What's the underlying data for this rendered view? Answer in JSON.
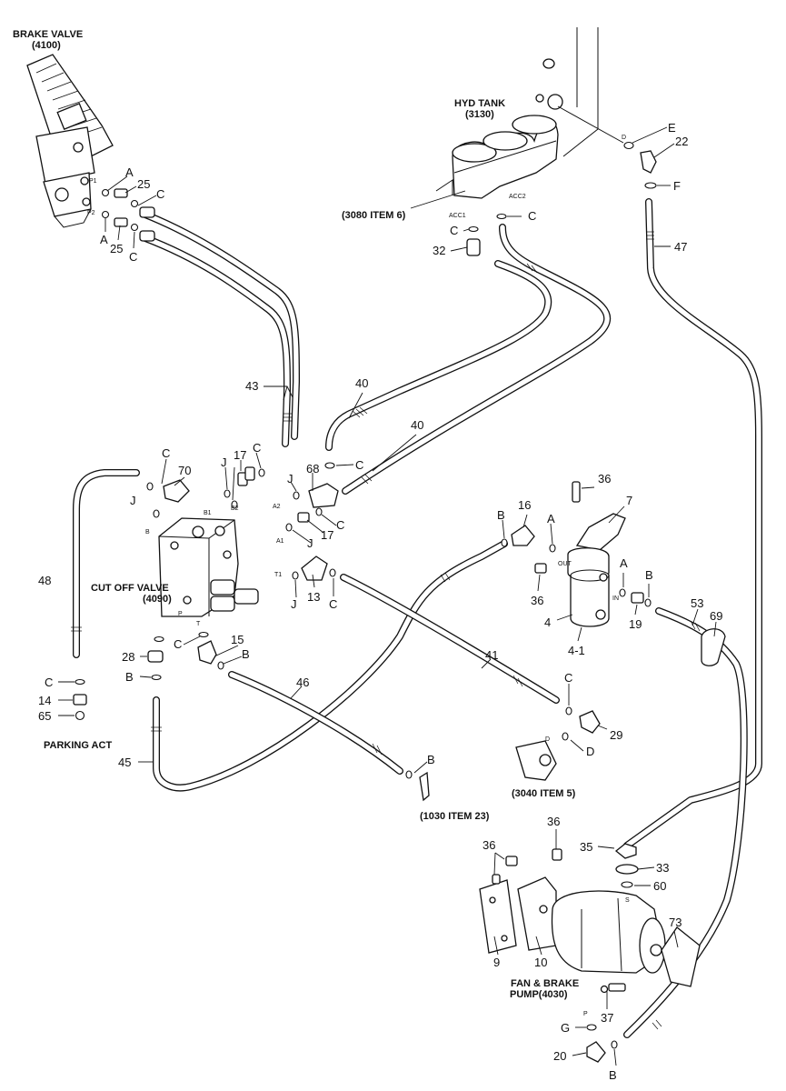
{
  "captions": {
    "brake_valve_title": "BRAKE VALVE",
    "brake_valve_ref": "(4100)",
    "hyd_tank_title": "HYD  TANK",
    "hyd_tank_ref": "(3130)",
    "tank_note": "(3080 ITEM 6)",
    "cut_off_title": "CUT OFF VALVE",
    "cut_off_ref": "(4090)",
    "parking": "PARKING ACT",
    "note_3040": "(3040 ITEM 5)",
    "note_1030": "(1030 ITEM 23)",
    "pump_title": "FAN & BRAKE",
    "pump_ref": "PUMP(4030)"
  },
  "ports": {
    "p1": "P1",
    "p2": "P2",
    "acc1": "ACC1",
    "acc2": "ACC2",
    "d": "D",
    "b": "B",
    "b1": "B1",
    "b2": "B2",
    "a1": "A1",
    "a2": "A2",
    "t1": "T1",
    "p": "P",
    "t": "T",
    "out": "OUT",
    "in": "IN",
    "s": "S"
  },
  "callouts": {
    "c1": "A",
    "c2": "25",
    "c3": "C",
    "c4": "A",
    "c5": "25",
    "c6": "C",
    "c7": "E",
    "c8": "22",
    "c9": "F",
    "c10": "C",
    "c11": "C",
    "c12": "32",
    "c13": "47",
    "c14": "43",
    "c15": "40",
    "c16": "C",
    "c17": "40",
    "c18": "C",
    "c19": "70",
    "c20": "J",
    "c21": "17",
    "c22": "C",
    "c23": "J",
    "c24": "68",
    "c25": "J",
    "c26": "C",
    "c27": "17",
    "c28": "J",
    "c29": "36",
    "c30": "7",
    "c31": "16",
    "c32": "B",
    "c33": "A",
    "c34": "48",
    "c35": "J",
    "c36": "13",
    "c37": "C",
    "c38": "36",
    "c39": "A",
    "c40": "B",
    "c41": "4",
    "c42": "19",
    "c43": "53",
    "c44": "69",
    "c45": "4-1",
    "c46": "C",
    "c47": "15",
    "c48": "B",
    "c49": "28",
    "c50": "B",
    "c51": "46",
    "c52": "41",
    "c53": "C",
    "c54": "14",
    "c55": "65",
    "c56": "C",
    "c57": "29",
    "c58": "D",
    "c59": "45",
    "c60": "B",
    "c61": "36",
    "c62": "36",
    "c63": "35",
    "c64": "33",
    "c65": "60",
    "c66": "73",
    "c67": "9",
    "c68": "10",
    "c69": "37",
    "c70": "G",
    "c71": "20",
    "c72": "B"
  }
}
